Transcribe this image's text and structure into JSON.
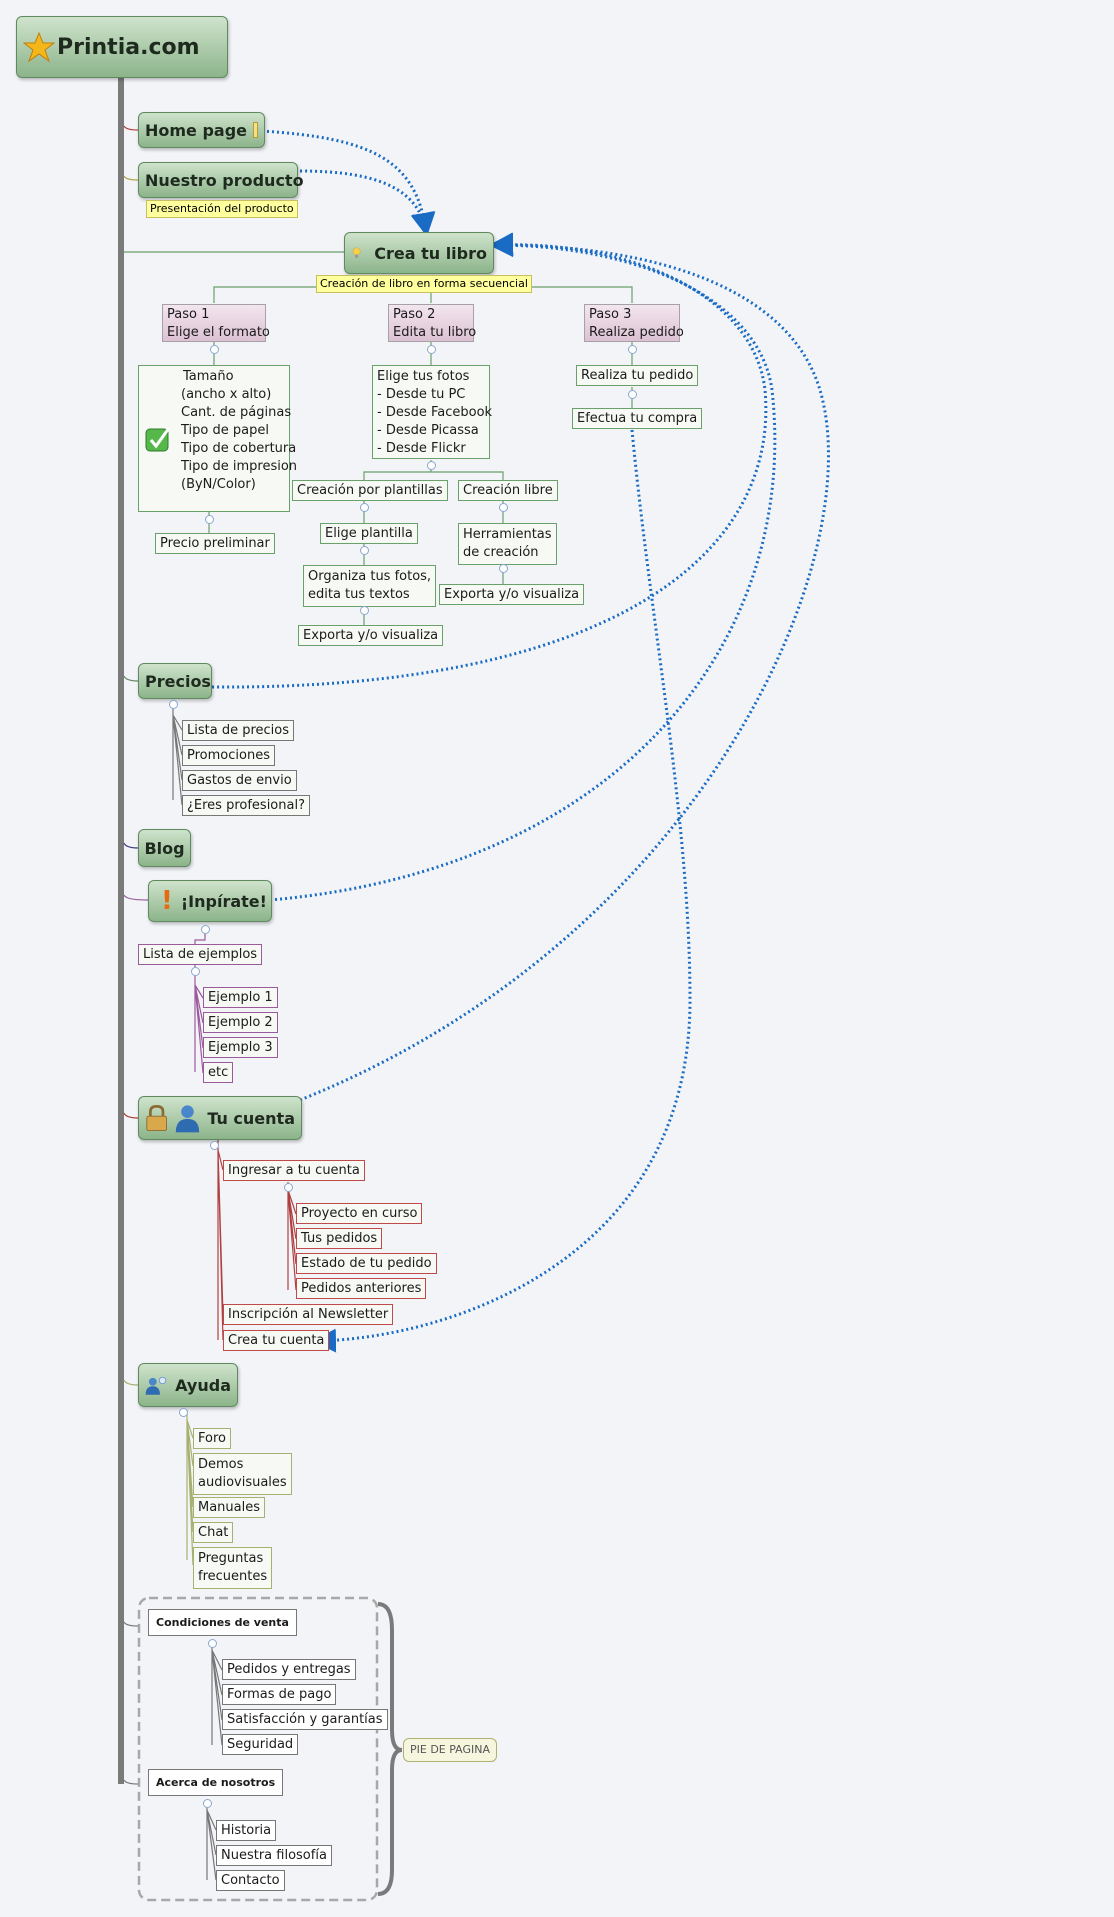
{
  "root": {
    "label": "Printia.com",
    "icon": "star-icon"
  },
  "home": {
    "label": "Home page",
    "icon": "note-icon"
  },
  "producto": {
    "label": "Nuestro producto",
    "note": "Presentación del producto"
  },
  "crea": {
    "label": "Crea tu libro",
    "icon": "lightbulb-icon",
    "note": "Creación de libro en forma secuencial",
    "paso1": {
      "title": "Paso 1",
      "subtitle": "Elige el formato",
      "box": [
        "Tamaño",
        "(ancho x alto)",
        "Cant. de páginas",
        "Tipo de papel",
        "Tipo de cobertura",
        "Tipo de impresion",
        "(ByN/Color)"
      ],
      "next": "Precio preliminar"
    },
    "paso2": {
      "title": "Paso 2",
      "subtitle": "Edita tu libro",
      "box": [
        "Elige tus fotos",
        "- Desde tu PC",
        "- Desde Facebook",
        "- Desde Picassa",
        "- Desde Flickr"
      ],
      "plantillas": "Creación por plantillas",
      "elige": "Elige plantilla",
      "organiza": [
        "Organiza tus fotos,",
        "edita tus textos"
      ],
      "exporta1": "Exporta y/o visualiza",
      "libre": "Creación libre",
      "herramientas": [
        "Herramientas",
        "de creación"
      ],
      "exporta2": "Exporta y/o visualiza"
    },
    "paso3": {
      "title": "Paso 3",
      "subtitle": "Realiza pedido",
      "realiza": "Realiza tu pedido",
      "efectua": "Efectua tu compra"
    }
  },
  "precios": {
    "label": "Precios",
    "items": [
      "Lista de precios",
      "Promociones",
      "Gastos de envio",
      "¿Eres profesional?"
    ]
  },
  "blog": {
    "label": "Blog"
  },
  "inspirate": {
    "label": "¡Inpírate!",
    "icon": "exclamation-icon",
    "lista": "Lista de ejemplos",
    "items": [
      "Ejemplo 1",
      "Ejemplo 2",
      "Ejemplo 3",
      "etc"
    ]
  },
  "cuenta": {
    "label": "Tu cuenta",
    "icons": [
      "lock-icon",
      "user-icon"
    ],
    "ingresar": "Ingresar a tu cuenta",
    "sub": [
      "Proyecto en curso",
      "Tus pedidos",
      "Estado de tu pedido",
      "Pedidos anteriores"
    ],
    "newsletter": "Inscripción al Newsletter",
    "crear": "Crea tu cuenta"
  },
  "ayuda": {
    "label": "Ayuda",
    "icon": "support-user-icon",
    "items": [
      [
        "Foro"
      ],
      [
        "Demos",
        "audiovisuales"
      ],
      [
        "Manuales"
      ],
      [
        "Chat"
      ],
      [
        "Preguntas",
        "frecuentes"
      ]
    ]
  },
  "footer": {
    "label": "PIE DE PAGINA",
    "condiciones": {
      "label": "Condiciones de venta",
      "items": [
        "Pedidos y entregas",
        "Formas de pago",
        "Satisfacción y garantías",
        "Seguridad"
      ]
    },
    "acerca": {
      "label": "Acerca de nosotros",
      "items": [
        "Historia",
        "Nuestra filosofía",
        "Contacto"
      ]
    }
  }
}
